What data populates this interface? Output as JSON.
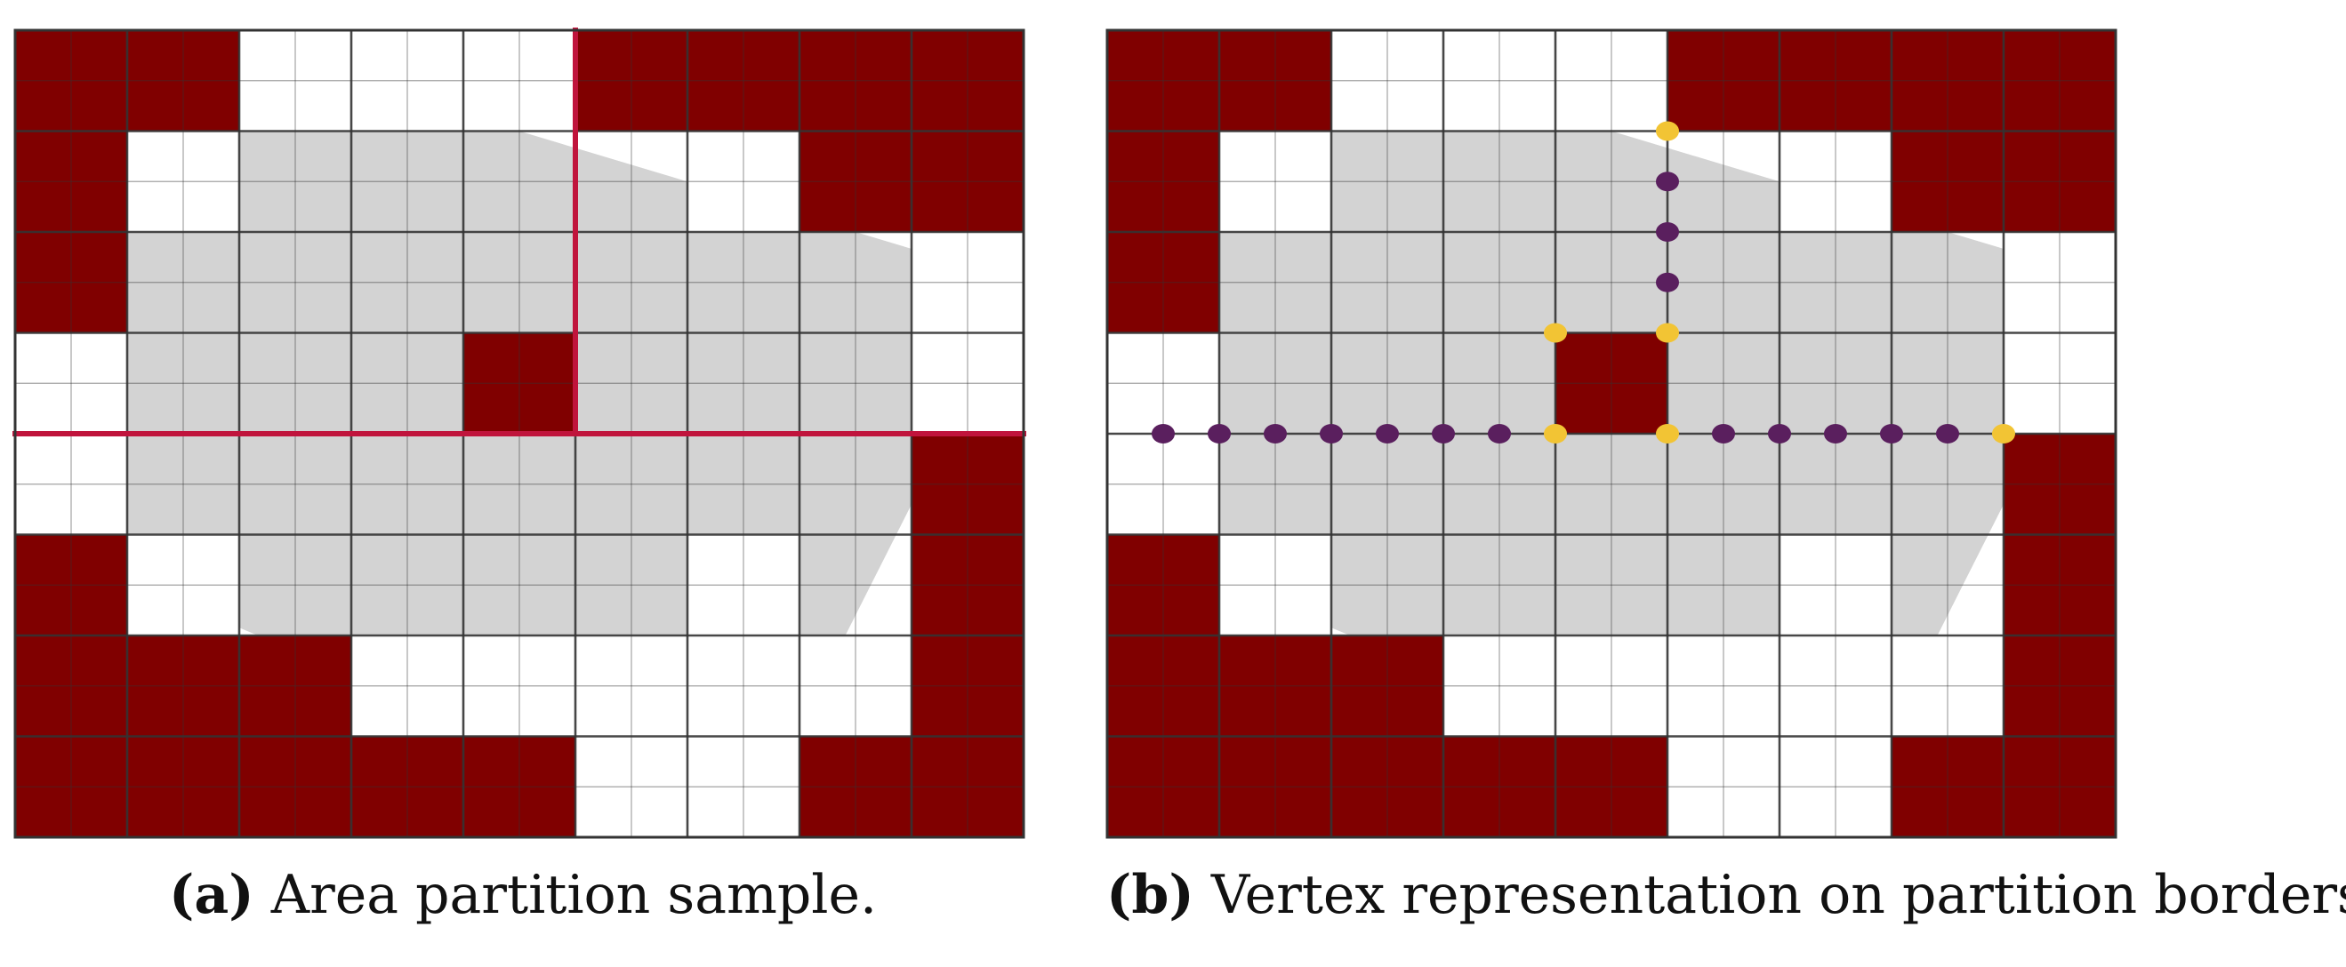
{
  "colors": {
    "blocked": "#800000",
    "area": "#d3d3d3",
    "background": "#ffffff",
    "partition_border": "#c0143c",
    "grid_line": "#333333",
    "vertex_corner": "#f2c434",
    "vertex_border": "#5a1f5e"
  },
  "grid": {
    "columns": 18,
    "rows": 16,
    "block_size": 2
  },
  "panel_a": {
    "caption": {
      "label": "(a)",
      "text": "Area partition sample."
    },
    "blocked_blocks": [
      [
        0,
        0
      ],
      [
        1,
        0
      ],
      [
        5,
        0
      ],
      [
        6,
        0
      ],
      [
        7,
        0
      ],
      [
        8,
        0
      ],
      [
        0,
        1
      ],
      [
        7,
        1
      ],
      [
        8,
        1
      ],
      [
        0,
        2
      ],
      [
        4,
        3
      ],
      [
        8,
        4
      ],
      [
        0,
        5
      ],
      [
        8,
        5
      ],
      [
        0,
        6
      ],
      [
        1,
        6
      ],
      [
        2,
        6
      ],
      [
        8,
        6
      ],
      [
        0,
        7
      ],
      [
        1,
        7
      ],
      [
        2,
        7
      ],
      [
        3,
        7
      ],
      [
        4,
        7
      ],
      [
        7,
        7
      ],
      [
        8,
        7
      ]
    ],
    "white_blocks": [
      [
        2,
        0
      ],
      [
        3,
        0
      ],
      [
        4,
        0
      ],
      [
        1,
        1
      ],
      [
        6,
        1
      ],
      [
        8,
        2
      ],
      [
        0,
        3
      ],
      [
        8,
        3
      ],
      [
        0,
        4
      ],
      [
        1,
        5
      ],
      [
        6,
        5
      ],
      [
        3,
        6
      ],
      [
        4,
        6
      ],
      [
        5,
        6
      ],
      [
        6,
        6
      ],
      [
        7,
        6
      ],
      [
        5,
        7
      ],
      [
        6,
        7
      ]
    ],
    "partition_lines": [
      [
        [
          10,
          0
        ],
        [
          10,
          8
        ]
      ],
      [
        [
          0,
          8
        ],
        [
          18,
          8
        ]
      ]
    ]
  },
  "panel_b": {
    "caption": {
      "label": "(b)",
      "text": "Vertex representation on partition borders."
    },
    "blocked_blocks": [
      [
        0,
        0
      ],
      [
        1,
        0
      ],
      [
        5,
        0
      ],
      [
        6,
        0
      ],
      [
        7,
        0
      ],
      [
        8,
        0
      ],
      [
        0,
        1
      ],
      [
        7,
        1
      ],
      [
        8,
        1
      ],
      [
        0,
        2
      ],
      [
        4,
        3
      ],
      [
        8,
        4
      ],
      [
        0,
        5
      ],
      [
        8,
        5
      ],
      [
        0,
        6
      ],
      [
        1,
        6
      ],
      [
        2,
        6
      ],
      [
        8,
        6
      ],
      [
        0,
        7
      ],
      [
        1,
        7
      ],
      [
        2,
        7
      ],
      [
        3,
        7
      ],
      [
        4,
        7
      ],
      [
        7,
        7
      ],
      [
        8,
        7
      ]
    ],
    "white_blocks": [
      [
        2,
        0
      ],
      [
        3,
        0
      ],
      [
        4,
        0
      ],
      [
        1,
        1
      ],
      [
        6,
        1
      ],
      [
        8,
        2
      ],
      [
        0,
        3
      ],
      [
        8,
        3
      ],
      [
        0,
        4
      ],
      [
        1,
        5
      ],
      [
        6,
        5
      ],
      [
        3,
        6
      ],
      [
        4,
        6
      ],
      [
        5,
        6
      ],
      [
        6,
        6
      ],
      [
        7,
        6
      ],
      [
        5,
        7
      ],
      [
        6,
        7
      ]
    ],
    "corner_vertices": [
      [
        10,
        2
      ],
      [
        8,
        6
      ],
      [
        10,
        6
      ],
      [
        8,
        8
      ],
      [
        10,
        8
      ],
      [
        16,
        8
      ]
    ],
    "border_vertices": [
      [
        10,
        3
      ],
      [
        10,
        4
      ],
      [
        10,
        5
      ],
      [
        1,
        8
      ],
      [
        2,
        8
      ],
      [
        3,
        8
      ],
      [
        4,
        8
      ],
      [
        5,
        8
      ],
      [
        6,
        8
      ],
      [
        7,
        8
      ],
      [
        11,
        8
      ],
      [
        12,
        8
      ],
      [
        13,
        8
      ],
      [
        14,
        8
      ],
      [
        15,
        8
      ]
    ]
  }
}
